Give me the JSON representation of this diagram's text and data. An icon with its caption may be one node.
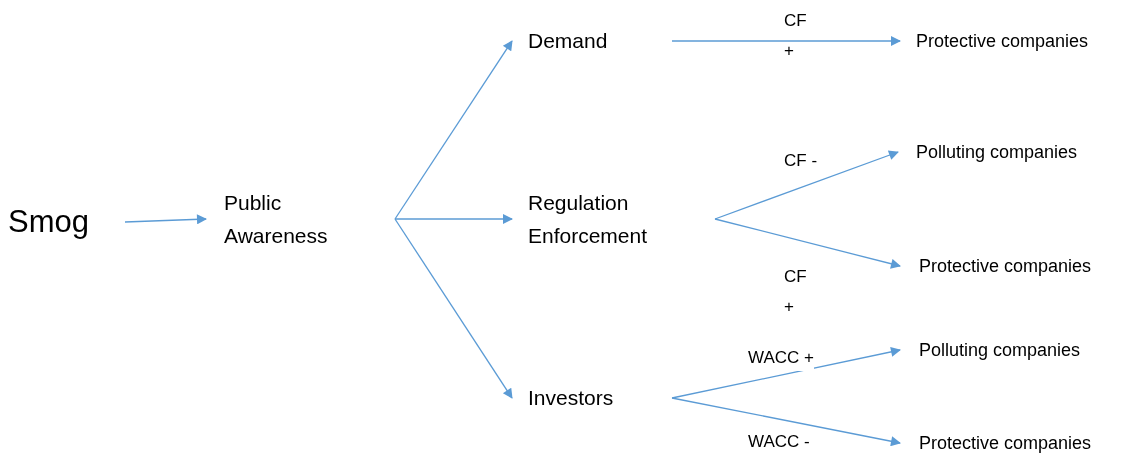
{
  "diagram": {
    "nodes": [
      {
        "text": [
          "Smog"
        ]
      },
      {
        "text": [
          "Public Awareness"
        ]
      },
      {
        "text": [
          "Demand"
        ]
      },
      {
        "text": [
          "Regulation Enforcement"
        ]
      },
      {
        "text": [
          "Investors"
        ]
      },
      {
        "text": [
          "Protective companies"
        ]
      },
      {
        "text": [
          "Polluting companies"
        ]
      },
      {
        "text": [
          "Protective companies"
        ]
      },
      {
        "text": [
          "Polluting companies"
        ]
      },
      {
        "text": [
          "Protective companies"
        ]
      }
    ],
    "edges": [
      {
        "from": 0,
        "to": 1,
        "arrow": "to"
      },
      {
        "from": 1,
        "to": 2,
        "arrow": "to"
      },
      {
        "from": 1,
        "to": 3,
        "arrow": "to"
      },
      {
        "from": 1,
        "to": 4,
        "arrow": "to"
      },
      {
        "from": 2,
        "to": 5,
        "arrow": "to"
      },
      {
        "from": 3,
        "to": 6,
        "arrow": "to",
        "label": "CF -"
      },
      {
        "from": 3,
        "to": 7,
        "arrow": "to"
      },
      {
        "from": 4,
        "to": 8,
        "arrow": "to",
        "label": "WACC +"
      },
      {
        "from": 4,
        "to": 9,
        "arrow": "to",
        "label": "WACC -"
      }
    ],
    "labels": [
      "CF",
      "+",
      "CF",
      "+"
    ]
  }
}
